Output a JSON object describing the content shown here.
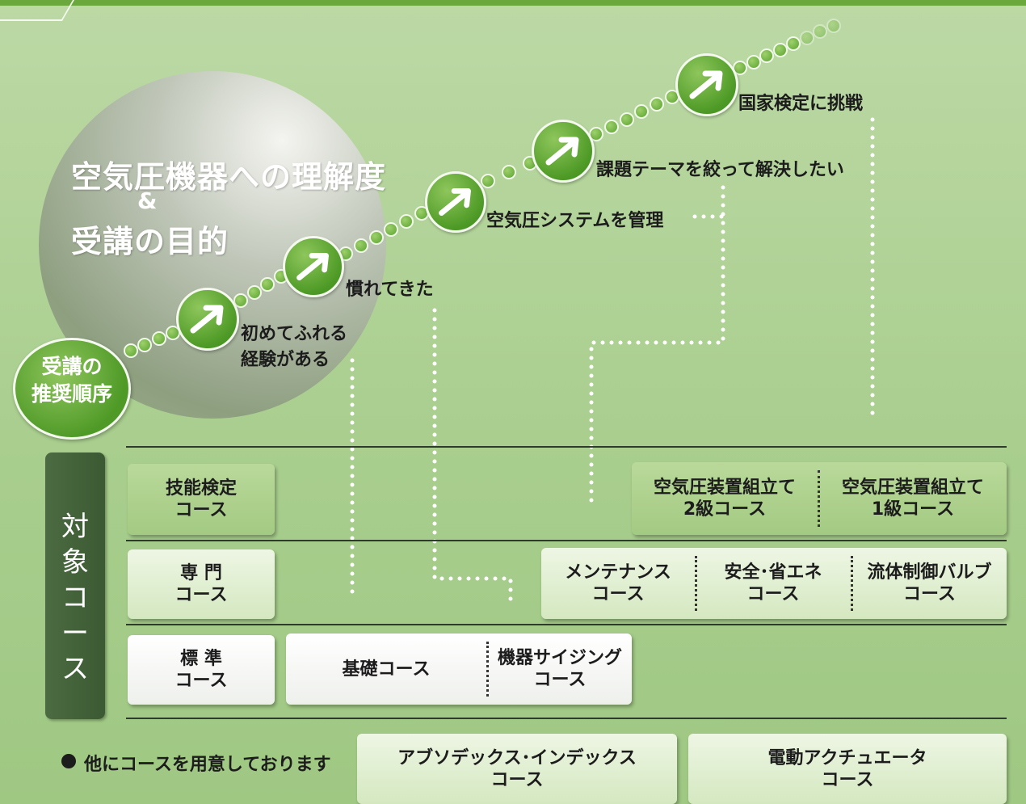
{
  "header": {
    "title_line1": "空気圧機器への理解度",
    "title_amp": "&",
    "title_line2": "受講の目的"
  },
  "start_badge": {
    "line1": "受講の",
    "line2": "推奨順序"
  },
  "steps": [
    {
      "label_line1": "初めてふれる",
      "label_line2": "経験がある"
    },
    {
      "label": "慣れてきた"
    },
    {
      "label": "空気圧システムを管理"
    },
    {
      "label": "課題テーマを絞って解決したい"
    },
    {
      "label": "国家検定に挑戦"
    }
  ],
  "side_label": [
    "対",
    "象",
    "コ",
    "ー",
    "ス"
  ],
  "rows": {
    "skill": {
      "category": [
        "技能検定",
        "コース"
      ],
      "courses": [
        {
          "line1": "空気圧装置組立て",
          "line2": "2級コース"
        },
        {
          "line1": "空気圧装置組立て",
          "line2": "1級コース"
        }
      ]
    },
    "special": {
      "category": [
        "専 門",
        "コース"
      ],
      "courses": [
        {
          "line1": "メンテナンス",
          "line2": "コース"
        },
        {
          "line1": "安全･省エネ",
          "line2": "コース"
        },
        {
          "line1": "流体制御バルブ",
          "line2": "コース"
        }
      ]
    },
    "standard": {
      "category": [
        "標 準",
        "コース"
      ],
      "courses": [
        {
          "line1": "基礎コース",
          "line2": ""
        },
        {
          "line1": "機器サイジング",
          "line2": "コース"
        }
      ]
    }
  },
  "others": {
    "note": "他にコースを用意しております",
    "courses": [
      {
        "line1": "アブソデックス･インデックス",
        "line2": "コース"
      },
      {
        "line1": "電動アクチュエータ",
        "line2": "コース"
      }
    ]
  },
  "colors": {
    "accent": "#4e9a26",
    "dark_panel": "#4c6b42",
    "background": "#aed193"
  }
}
